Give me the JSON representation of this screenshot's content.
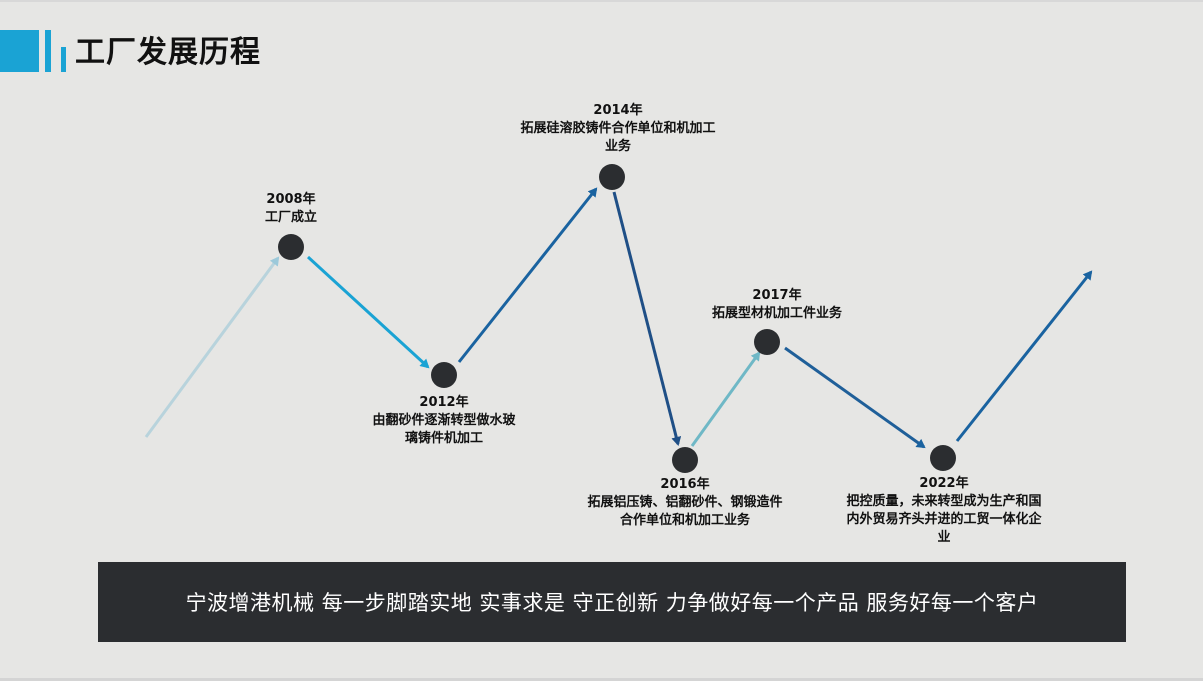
{
  "header": {
    "title": "工厂发展历程",
    "accent_color": "#1aa3d4"
  },
  "timeline": {
    "milestones": [
      {
        "year": "2008年",
        "desc": "工厂成立"
      },
      {
        "year": "2012年",
        "desc": "由翻砂件逐渐转型做水玻璃铸件机加工"
      },
      {
        "year": "2014年",
        "desc": "拓展硅溶胶铸件合作单位和机加工业务"
      },
      {
        "year": "2016年",
        "desc": "拓展铝压铸、铝翻砂件、钢锻造件合作单位和机加工业务"
      },
      {
        "year": "2017年",
        "desc": "拓展型材机加工件业务"
      },
      {
        "year": "2022年",
        "desc": "把控质量，未来转型成为生产和国内外贸易齐头并进的工贸一体化企业"
      }
    ],
    "dot_color": "#2b2d30"
  },
  "footer": {
    "slogan": "宁波增港机械 每一步脚踏实地 实事求是 守正创新 力争做好每一个产品 服务好每一个客户"
  }
}
